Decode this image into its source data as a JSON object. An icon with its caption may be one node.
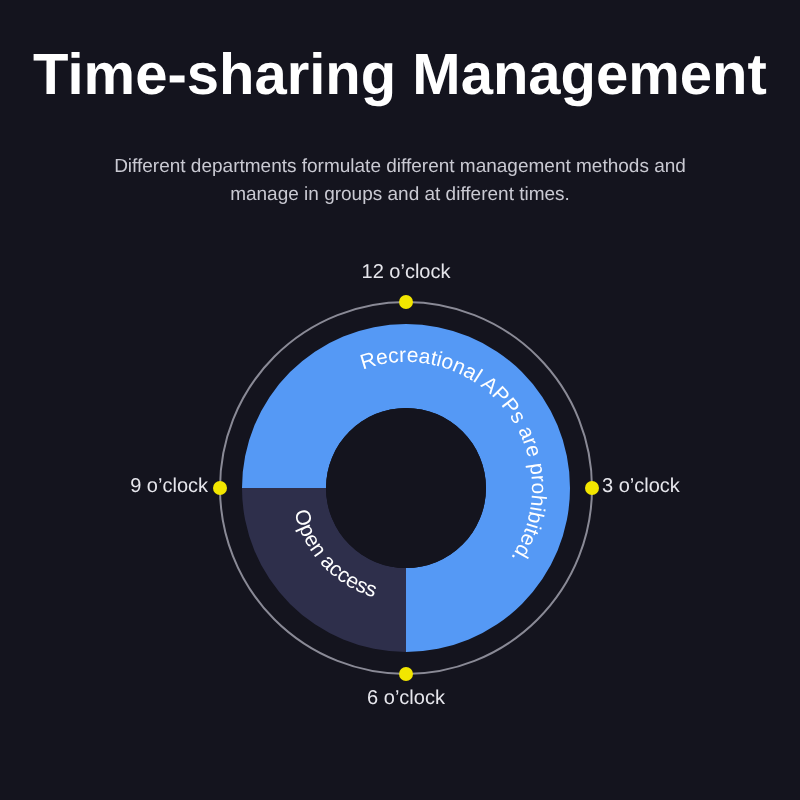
{
  "diagram": {
    "title": "Time-sharing Management",
    "nodes": [
      {
        "text": [
          "Recreational APPs are prohibited."
        ]
      },
      {
        "text": [
          "Open access"
        ]
      }
    ],
    "labels": [
      "Different departments formulate different management methods and manage in groups and at different times.",
      "12 o’clock",
      "9 o’clock",
      "3 o’clock",
      "6 o’clock"
    ]
  }
}
